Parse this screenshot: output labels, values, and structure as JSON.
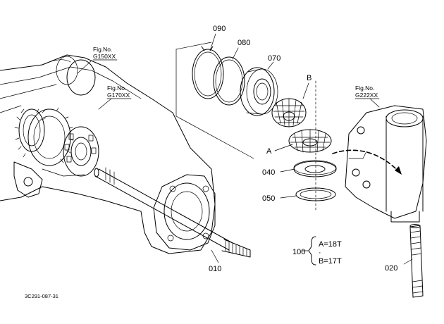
{
  "parts": {
    "p090": "090",
    "p080": "080",
    "p070": "070",
    "p040": "040",
    "p050": "050",
    "p010": "010",
    "p020": "020",
    "p100": "100"
  },
  "callouts": {
    "A": "A",
    "B": "B"
  },
  "assembly_100": {
    "a_line": "A=18T",
    "dot": "·",
    "b_line": "B=17T"
  },
  "fig_refs": [
    {
      "label": "Fig.No.",
      "code": "G150XX"
    },
    {
      "label": "Fig.No.",
      "code": "G170XX"
    },
    {
      "label": "Fig.No.",
      "code": "G222XX"
    }
  ],
  "drawing_code": "3C291-087-31"
}
